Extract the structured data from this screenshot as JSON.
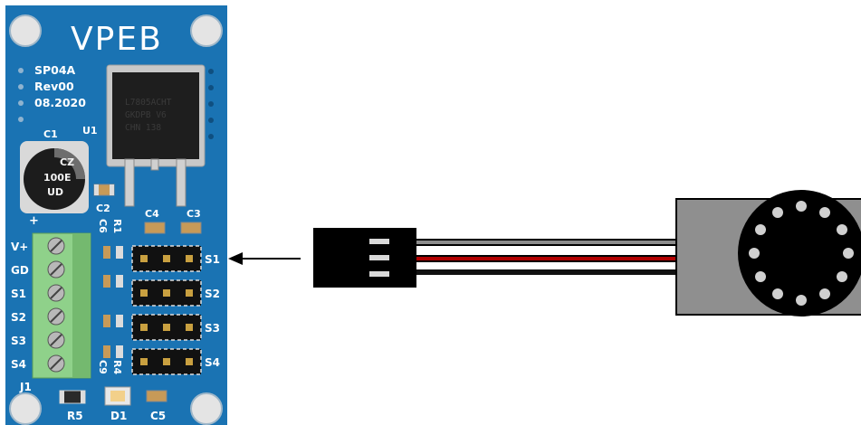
{
  "board": {
    "title": "VPEB",
    "model": "SP04A",
    "revision": "Rev00",
    "date": "08.2020",
    "pcb_color": "#1a73b3",
    "regulator": {
      "ref": "U1",
      "marking_line1": "L7805ACHT",
      "marking_line2": "GKDPB V6",
      "marking_line3": "CHN 138"
    },
    "capacitor_c1": {
      "ref": "C1",
      "marking_line1": "CZ",
      "marking_line2": "100E",
      "marking_line3": "UD"
    },
    "component_labels": {
      "c2": "C2",
      "c3": "C3",
      "c4": "C4",
      "c5": "C5",
      "c6": "C6",
      "c9": "C9",
      "r1": "R1",
      "r4": "R4",
      "r5": "R5",
      "d1": "D1",
      "j1": "J1",
      "plus": "+"
    },
    "terminal_labels": [
      "V+",
      "GD",
      "S1",
      "S2",
      "S3",
      "S4"
    ],
    "header_labels": [
      "S1",
      "S2",
      "S3",
      "S4"
    ]
  },
  "servo": {
    "wire_colors": [
      "#8c8c8c",
      "#b00000",
      "#111111"
    ],
    "body_color": "#8f8f8f",
    "horn_color": "#000000"
  }
}
